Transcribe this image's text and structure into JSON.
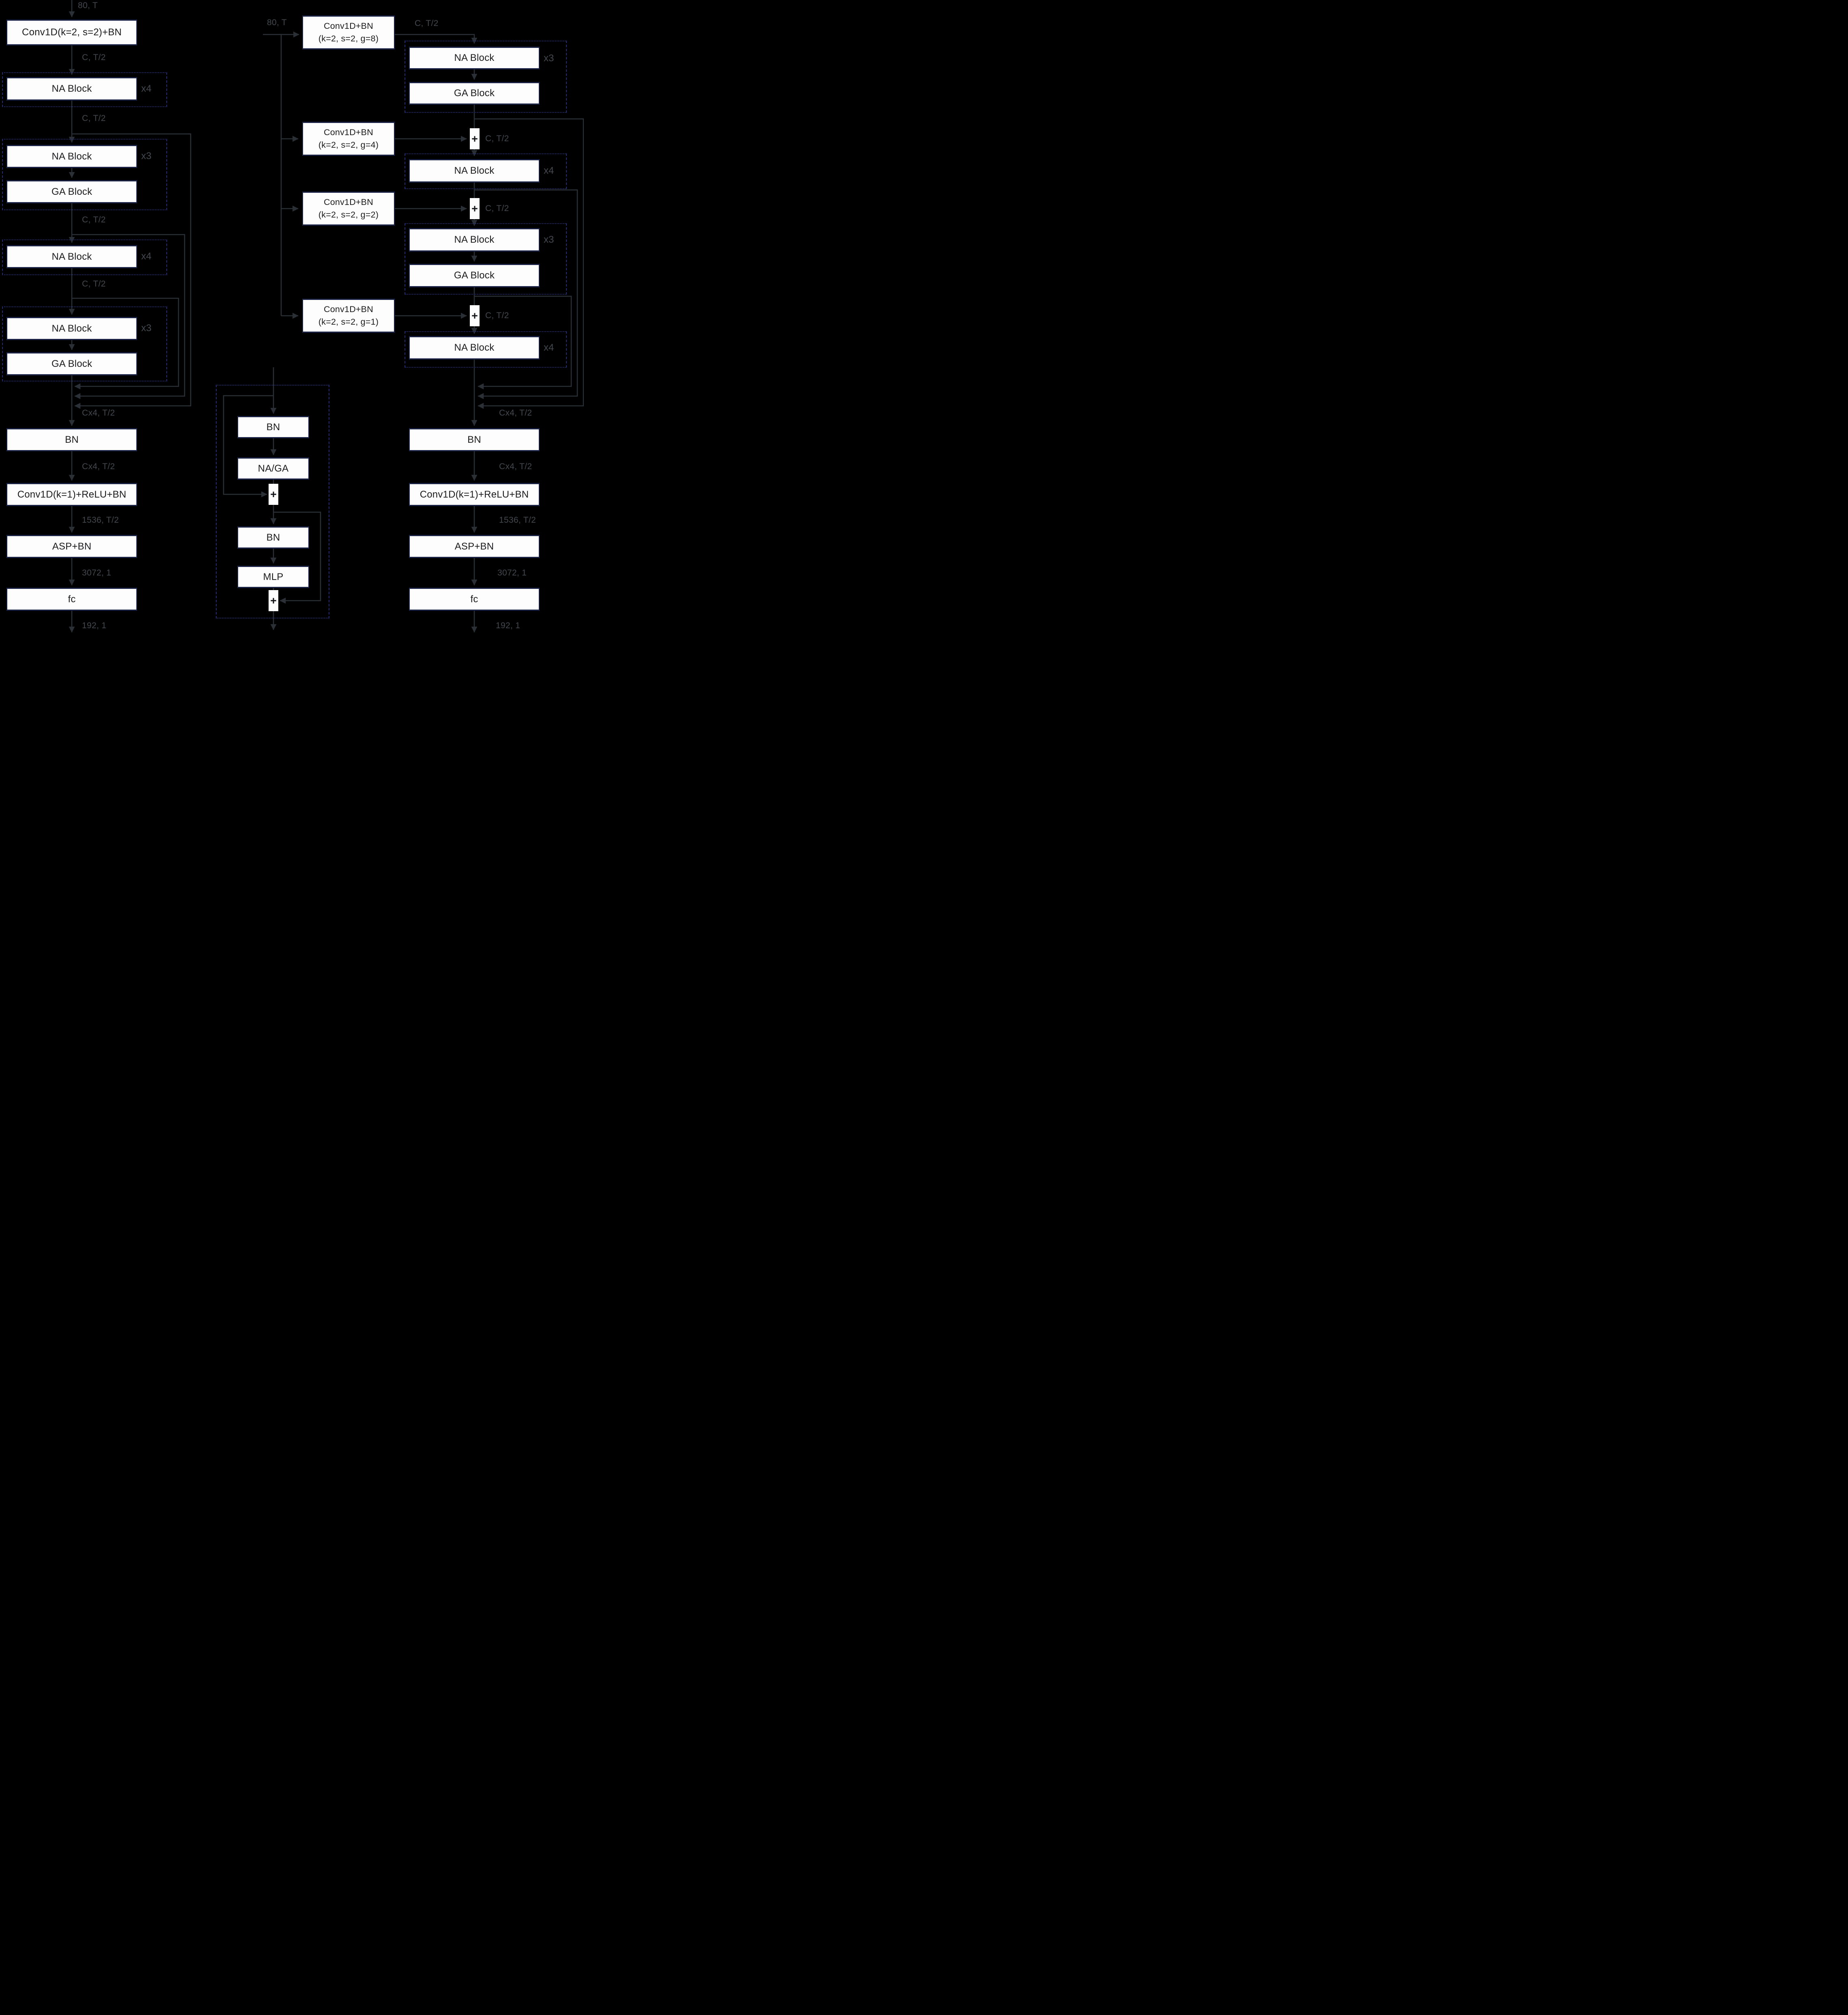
{
  "colors": {
    "background": "#000000",
    "box_fill": "#fdfdfd",
    "box_border": "#1b2347",
    "dashed_group_border": "#252d6e",
    "connector_line": "#2b2f36",
    "dim_label_text": "#43484f",
    "box_text": "#1c1c1e"
  },
  "left": {
    "input_dim": "80, T",
    "stem_label": "Conv1D(k=2, s=2)+BN",
    "dim_after_stem": "C, T/2",
    "stage1": {
      "na": "NA Block",
      "mult": "x4"
    },
    "dim_after_stage1": "C, T/2",
    "stage2": {
      "na": "NA Block",
      "ga": "GA Block",
      "mult": "x3"
    },
    "dim_after_stage2": "C, T/2",
    "stage3": {
      "na": "NA Block",
      "mult": "x4"
    },
    "dim_after_stage3": "C, T/2",
    "stage4": {
      "na": "NA Block",
      "ga": "GA Block",
      "mult": "x3"
    },
    "dim_concat": "Cx4, T/2",
    "bn_label": "BN",
    "dim_after_bn": "Cx4, T/2",
    "conv1_label": "Conv1D(k=1)+ReLU+BN",
    "dim_after_conv1": "1536, T/2",
    "asp_label": "ASP+BN",
    "dim_after_asp": "3072, 1",
    "fc_label": "fc",
    "output_dim": "192, 1"
  },
  "detail": {
    "bn1_label": "BN",
    "attn_label": "NA/GA",
    "add1_label": "+",
    "bn2_label": "BN",
    "mlp_label": "MLP",
    "add2_label": "+"
  },
  "right": {
    "input_dim": "80, T",
    "conv_g8": {
      "line1": "Conv1D+BN",
      "line2": "(k=2, s=2, g=8)"
    },
    "dim_after_conv_g8": "C, T/2",
    "stage1": {
      "na": "NA Block",
      "ga": "GA Block",
      "mult": "x3"
    },
    "conv_g4": {
      "line1": "Conv1D+BN",
      "line2": "(k=2, s=2, g=4)"
    },
    "add1_label": "+",
    "dim_after_add1": "C, T/2",
    "stage2": {
      "na": "NA Block",
      "mult": "x4"
    },
    "conv_g2": {
      "line1": "Conv1D+BN",
      "line2": "(k=2, s=2, g=2)"
    },
    "add2_label": "+",
    "dim_after_add2": "C, T/2",
    "stage3": {
      "na": "NA Block",
      "ga": "GA Block",
      "mult": "x3"
    },
    "conv_g1": {
      "line1": "Conv1D+BN",
      "line2": "(k=2, s=2, g=1)"
    },
    "add3_label": "+",
    "dim_after_add3": "C, T/2",
    "stage4": {
      "na": "NA Block",
      "mult": "x4"
    },
    "dim_concat": "Cx4, T/2",
    "bn_label": "BN",
    "dim_after_bn": "Cx4, T/2",
    "conv1_label": "Conv1D(k=1)+ReLU+BN",
    "dim_after_conv1": "1536, T/2",
    "asp_label": "ASP+BN",
    "dim_after_asp": "3072, 1",
    "fc_label": "fc",
    "output_dim": "192, 1"
  }
}
